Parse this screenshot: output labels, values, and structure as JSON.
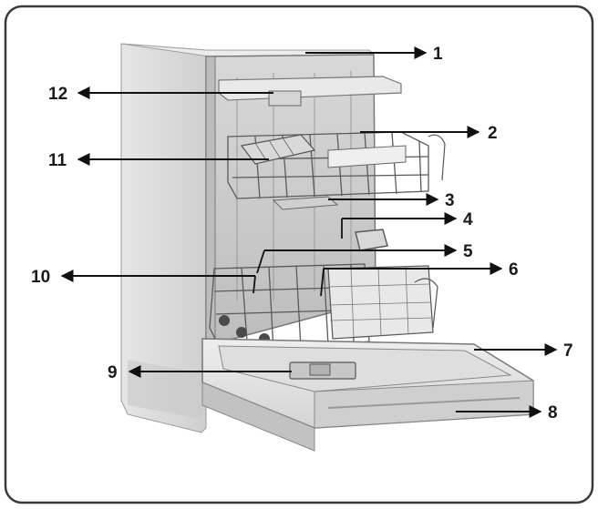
{
  "frame": {
    "border_color": "#3a3a3a"
  },
  "dishwasher": {
    "body_color": "#dcdcdc",
    "door_color": "#e3e3e3",
    "rack_color": "#5a5a5a"
  },
  "callouts": [
    {
      "id": "1",
      "number": "1"
    },
    {
      "id": "2",
      "number": "2"
    },
    {
      "id": "3",
      "number": "3"
    },
    {
      "id": "4",
      "number": "4"
    },
    {
      "id": "5",
      "number": "5"
    },
    {
      "id": "6",
      "number": "6"
    },
    {
      "id": "7",
      "number": "7"
    },
    {
      "id": "8",
      "number": "8"
    },
    {
      "id": "9",
      "number": "9"
    },
    {
      "id": "10",
      "number": "10"
    },
    {
      "id": "11",
      "number": "11"
    },
    {
      "id": "12",
      "number": "12"
    }
  ]
}
